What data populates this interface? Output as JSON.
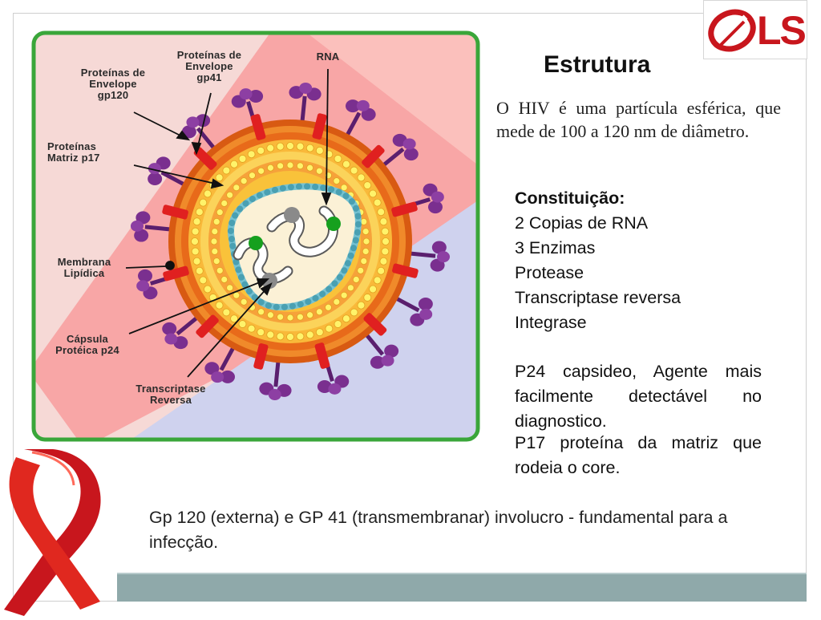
{
  "logo": {
    "text": "LS"
  },
  "title": "Estrutura",
  "intro": "O HIV é uma partícula esférica, que mede de 100 a 120 nm de diâmetro.",
  "constitution": {
    "heading": "Constituição:",
    "items": [
      "2 Copias de RNA",
      "3 Enzimas",
      "Protease",
      "Transcriptase reversa",
      "Integrase"
    ]
  },
  "p24_note": "P24 capsideo, Agente mais facilmente detectável no diagnostico.",
  "p17_note": "P17 proteína da matriz que rodeia o core.",
  "footer": "Gp 120 (externa) e GP 41 (transmembranar) involucro - fundamental para a infecção.",
  "diagram": {
    "labels": {
      "gp120": [
        "Proteínas de",
        "Envelope",
        "gp120"
      ],
      "gp41": [
        "Proteínas de",
        "Envelope",
        "gp41"
      ],
      "rna": [
        "RNA"
      ],
      "p17": [
        "Proteínas",
        "Matriz p17"
      ],
      "membrana": [
        "Membrana",
        "Lipídica"
      ],
      "p24": [
        "Cápsula",
        "Protéica p24"
      ],
      "transcriptase": [
        "Transcriptase",
        "Reversa"
      ]
    }
  },
  "colors": {
    "diagram_border": "#3aa63a",
    "envelope": "#e86a1a",
    "spike": "#7a2f8f",
    "transmembrane": "#e02020",
    "bottom_bar": "#8fa9aa",
    "ribbon": "#d01a1a",
    "logo_red": "#c8161d"
  },
  "icons": {
    "ribbon": "aids-ribbon-icon",
    "logo": "ls-logo-icon"
  }
}
